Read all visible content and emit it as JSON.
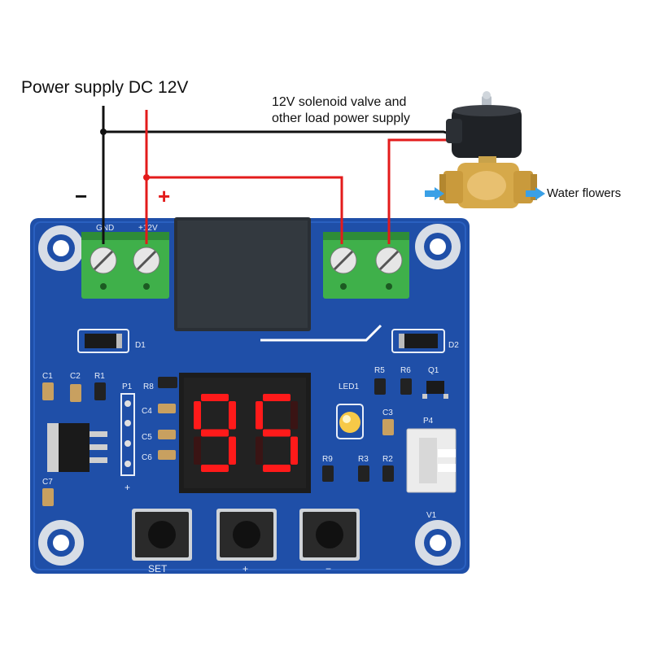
{
  "title": "Power supply DC 12V",
  "valve_label": [
    "12V solenoid valve and",
    "other load power supply"
  ],
  "water_label": "Water flowers",
  "terminal_signs": {
    "minus": "−",
    "plus": "+"
  },
  "display": {
    "digits": "95",
    "color": "#ff1a1a"
  },
  "board": {
    "color": "#1f4fa8",
    "silk_labels": {
      "gnd": "GND",
      "v12": "+12V",
      "d1": "D1",
      "d2": "D2",
      "c1": "C1",
      "c2": "C2",
      "r1": "R1",
      "c7": "C7",
      "p1": "P1",
      "r8": "R8",
      "c4": "C4",
      "c5": "C5",
      "c6": "C6",
      "p1plus": "+",
      "led1": "LED1",
      "r5": "R5",
      "r6": "R6",
      "q1": "Q1",
      "c3": "C3",
      "r9": "R9",
      "r3": "R3",
      "r2": "R2",
      "p4": "P4",
      "v1": "V1"
    },
    "buttons": [
      "SET",
      "+",
      "−"
    ]
  },
  "wire_colors": {
    "negative": "#111111",
    "positive": "#e31b1b"
  },
  "arrow_color": "#3aa0e6"
}
